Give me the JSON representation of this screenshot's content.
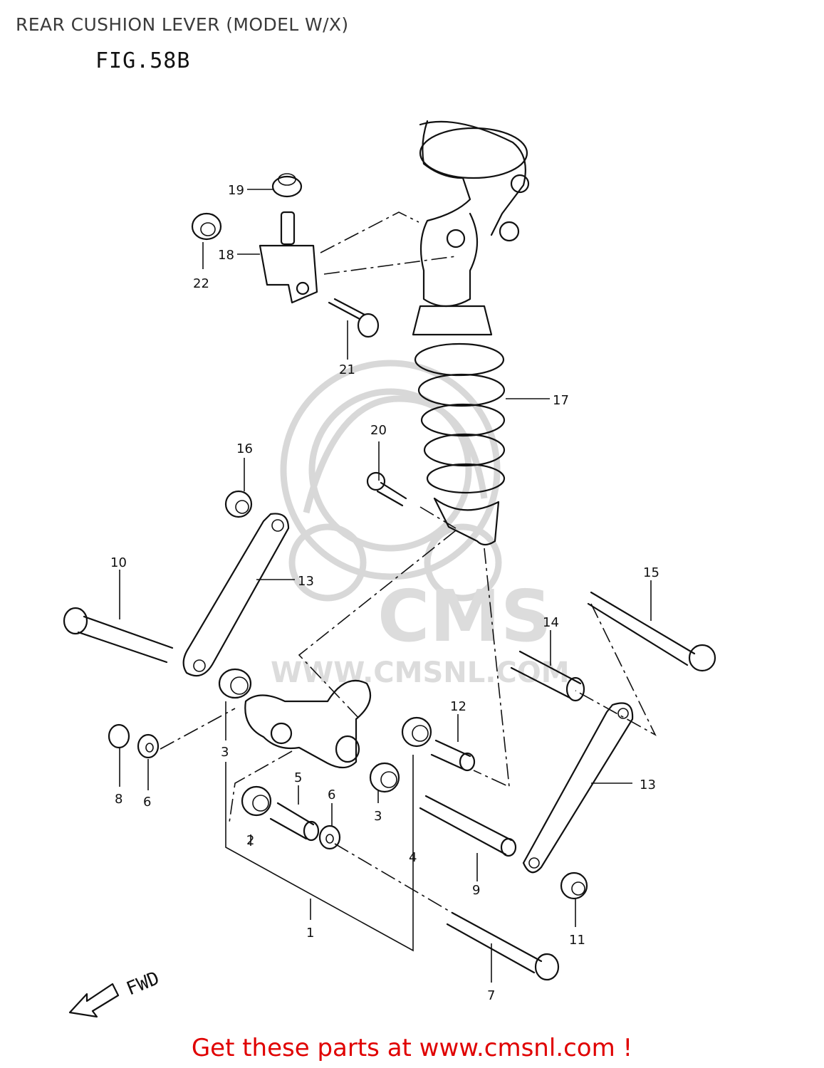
{
  "header": {
    "title": "REAR CUSHION LEVER (MODEL W/X)",
    "figure": "FIG.58B"
  },
  "watermark": {
    "brand": "CMS",
    "url": "WWW.CMSNL.COM",
    "color": "#d8d8d8"
  },
  "callouts": [
    {
      "id": "c1",
      "label": "1"
    },
    {
      "id": "c2",
      "label": "2"
    },
    {
      "id": "c3a",
      "label": "3"
    },
    {
      "id": "c3b",
      "label": "3"
    },
    {
      "id": "c4",
      "label": "4"
    },
    {
      "id": "c5",
      "label": "5"
    },
    {
      "id": "c6a",
      "label": "6"
    },
    {
      "id": "c6b",
      "label": "6"
    },
    {
      "id": "c7",
      "label": "7"
    },
    {
      "id": "c8",
      "label": "8"
    },
    {
      "id": "c9",
      "label": "9"
    },
    {
      "id": "c10",
      "label": "10"
    },
    {
      "id": "c11",
      "label": "11"
    },
    {
      "id": "c12",
      "label": "12"
    },
    {
      "id": "c13a",
      "label": "13"
    },
    {
      "id": "c13b",
      "label": "13"
    },
    {
      "id": "c14",
      "label": "14"
    },
    {
      "id": "c15",
      "label": "15"
    },
    {
      "id": "c16",
      "label": "16"
    },
    {
      "id": "c17",
      "label": "17"
    },
    {
      "id": "c18",
      "label": "18"
    },
    {
      "id": "c19",
      "label": "19"
    },
    {
      "id": "c20",
      "label": "20"
    },
    {
      "id": "c21",
      "label": "21"
    },
    {
      "id": "c22",
      "label": "22"
    }
  ],
  "direction": {
    "label": "FWD"
  },
  "footer": {
    "link_text": "Get these parts at www.cmsnl.com !",
    "color": "#e00000"
  }
}
